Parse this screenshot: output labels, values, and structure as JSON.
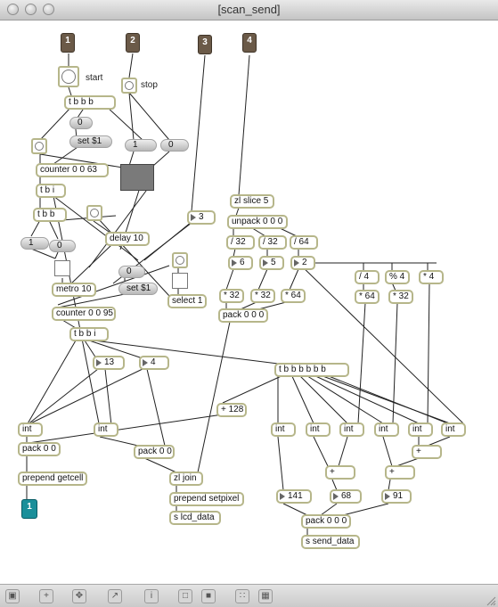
{
  "window": {
    "title": "[scan_send]"
  },
  "inlets": [
    "1",
    "2",
    "3",
    "4"
  ],
  "outlets": [
    "1"
  ],
  "labels": {
    "start": "start",
    "stop": "stop"
  },
  "objects": {
    "tbbb_top": "t b b b",
    "counter1": "counter 0 0 63",
    "tbi": "t b i",
    "tbb": "t b b",
    "metro": "metro 10",
    "counter2": "counter 0 0 95",
    "tbbi": "t b b i",
    "delay": "delay 10",
    "select": "select 1",
    "zlslice": "zl slice 5",
    "unpack": "unpack 0 0 0",
    "div32a": "/ 32",
    "div32b": "/ 32",
    "div64": "/ 64",
    "mul32a": "* 32",
    "mul32b": "* 32",
    "mul64": "* 64",
    "pack000": "pack 0 0 0",
    "div4": "/ 4",
    "mod4": "% 4",
    "mul4": "* 4",
    "mul64b": "* 64",
    "mul32c": "* 32",
    "tbbbbbb": "t b b b b b b",
    "plus128": "+ 128",
    "int1": "int",
    "int2": "int",
    "pack00a": "pack 0 0",
    "pack00b": "pack 0 0",
    "prependgetcell": "prepend getcell",
    "zljoin": "zl join",
    "prependsetpixel": "prepend setpixel",
    "slcd": "s lcd_data",
    "int3": "int",
    "int4": "int",
    "int5": "int",
    "int6": "int",
    "int7": "int",
    "int8": "int",
    "plusA": "+",
    "plusB": "+",
    "plusC": "+",
    "pack000b": "pack 0 0 0",
    "ssend": "s send_data"
  },
  "messages": {
    "m0a": "0",
    "setarg1": "set $1",
    "m1": "1",
    "m0b": "0",
    "m1b": "1",
    "m0c": "0",
    "m0d": "0",
    "setarg2": "set $1"
  },
  "numbers": {
    "n3": "3",
    "n6": "6",
    "n5": "5",
    "n2": "2",
    "n13": "13",
    "n4": "4",
    "n141": "141",
    "n68": "68",
    "n91": "91"
  },
  "toolbar": [
    "lock-icon",
    "plus-icon",
    "move-icon",
    "graph-icon",
    "info-icon",
    "window-icon",
    "window2-icon",
    "grid-icon",
    "snap-icon"
  ]
}
